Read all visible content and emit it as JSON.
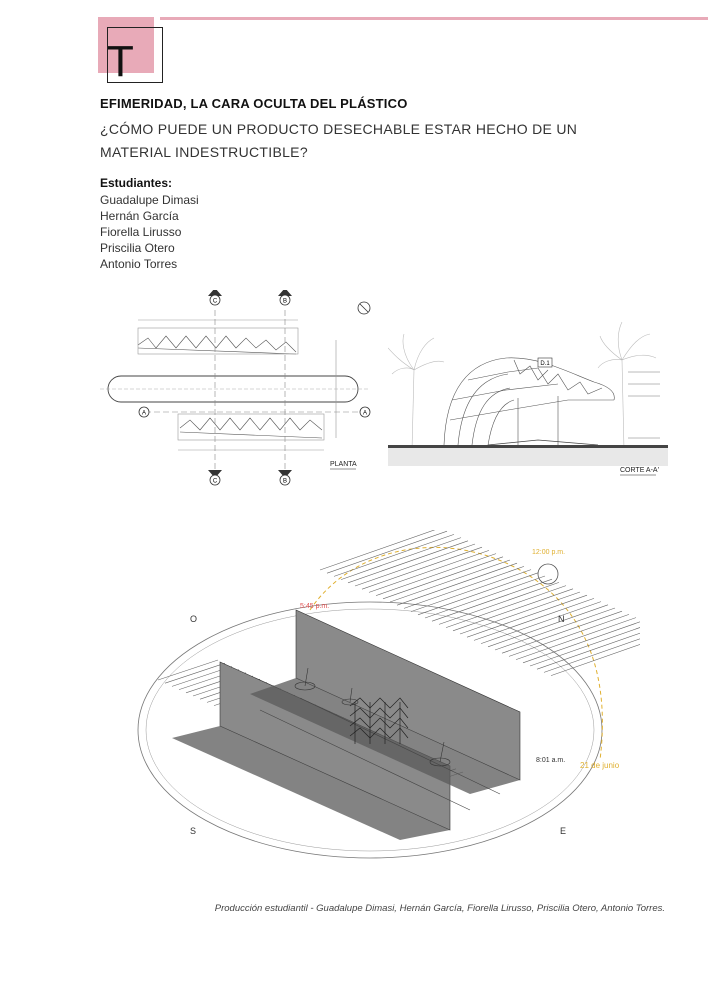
{
  "header": {
    "logo_letter": "T",
    "title": "EFIMERIDAD, LA CARA OCULTA DEL PLÁSTICO",
    "subtitle": "¿CÓMO PUEDE UN PRODUCTO DESECHABLE ESTAR HECHO DE UN MATERIAL INDESTRUCTIBLE?"
  },
  "students": {
    "heading": "Estudiantes:",
    "names": [
      "Guadalupe Dimasi",
      "Hernán García",
      "Fiorella Lirusso",
      "Priscilia Otero",
      "Antonio Torres"
    ]
  },
  "plan": {
    "label": "PLANTA",
    "section_c": "C",
    "section_b": "B",
    "section_a": "A"
  },
  "section": {
    "label": "CORTE A-A'",
    "badge": "D.1"
  },
  "iso": {
    "north": "N",
    "south": "S",
    "east": "E",
    "west": "O",
    "time_noon": "12:00 p.m.",
    "time_morning": "8:01 a.m.",
    "time_evening": "5:45 p.m.",
    "date": "21 de junio"
  },
  "caption": "Producción estudiantil - Guadalupe Dimasi, Hernán García, Fiorella Lirusso, Priscilia Otero, Antonio Torres.",
  "colors": {
    "accent": "#e8aab8",
    "sun_path": "#e0b030",
    "time_red": "#e05050"
  }
}
